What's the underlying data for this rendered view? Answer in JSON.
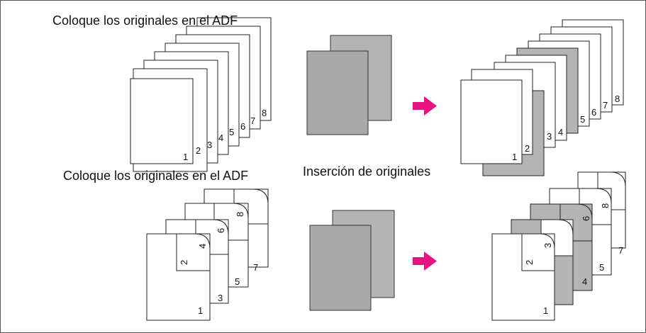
{
  "captions": {
    "top": "Coloque los originales en el ADF",
    "middle": "Coloque los originales en el ADF",
    "insert": "Inserción de originales"
  },
  "top_row": {
    "originals_stack": [
      "1",
      "2",
      "3",
      "4",
      "5",
      "6",
      "7",
      "8"
    ],
    "result_stack": [
      "1",
      "2",
      "3",
      "4",
      "5",
      "6",
      "7",
      "8"
    ]
  },
  "bottom_row": {
    "originals_stack": [
      "1",
      "2",
      "3",
      "4",
      "5",
      "6",
      "7",
      "8"
    ],
    "result_stack": [
      "1",
      "2",
      "3",
      "4",
      "5",
      "6",
      "7",
      "8"
    ]
  },
  "colors": {
    "insert_sheet": "#b4b4b4",
    "arrow": "#e6127d",
    "border": "#555555"
  },
  "icons": {
    "arrow": "right-arrow-icon"
  }
}
